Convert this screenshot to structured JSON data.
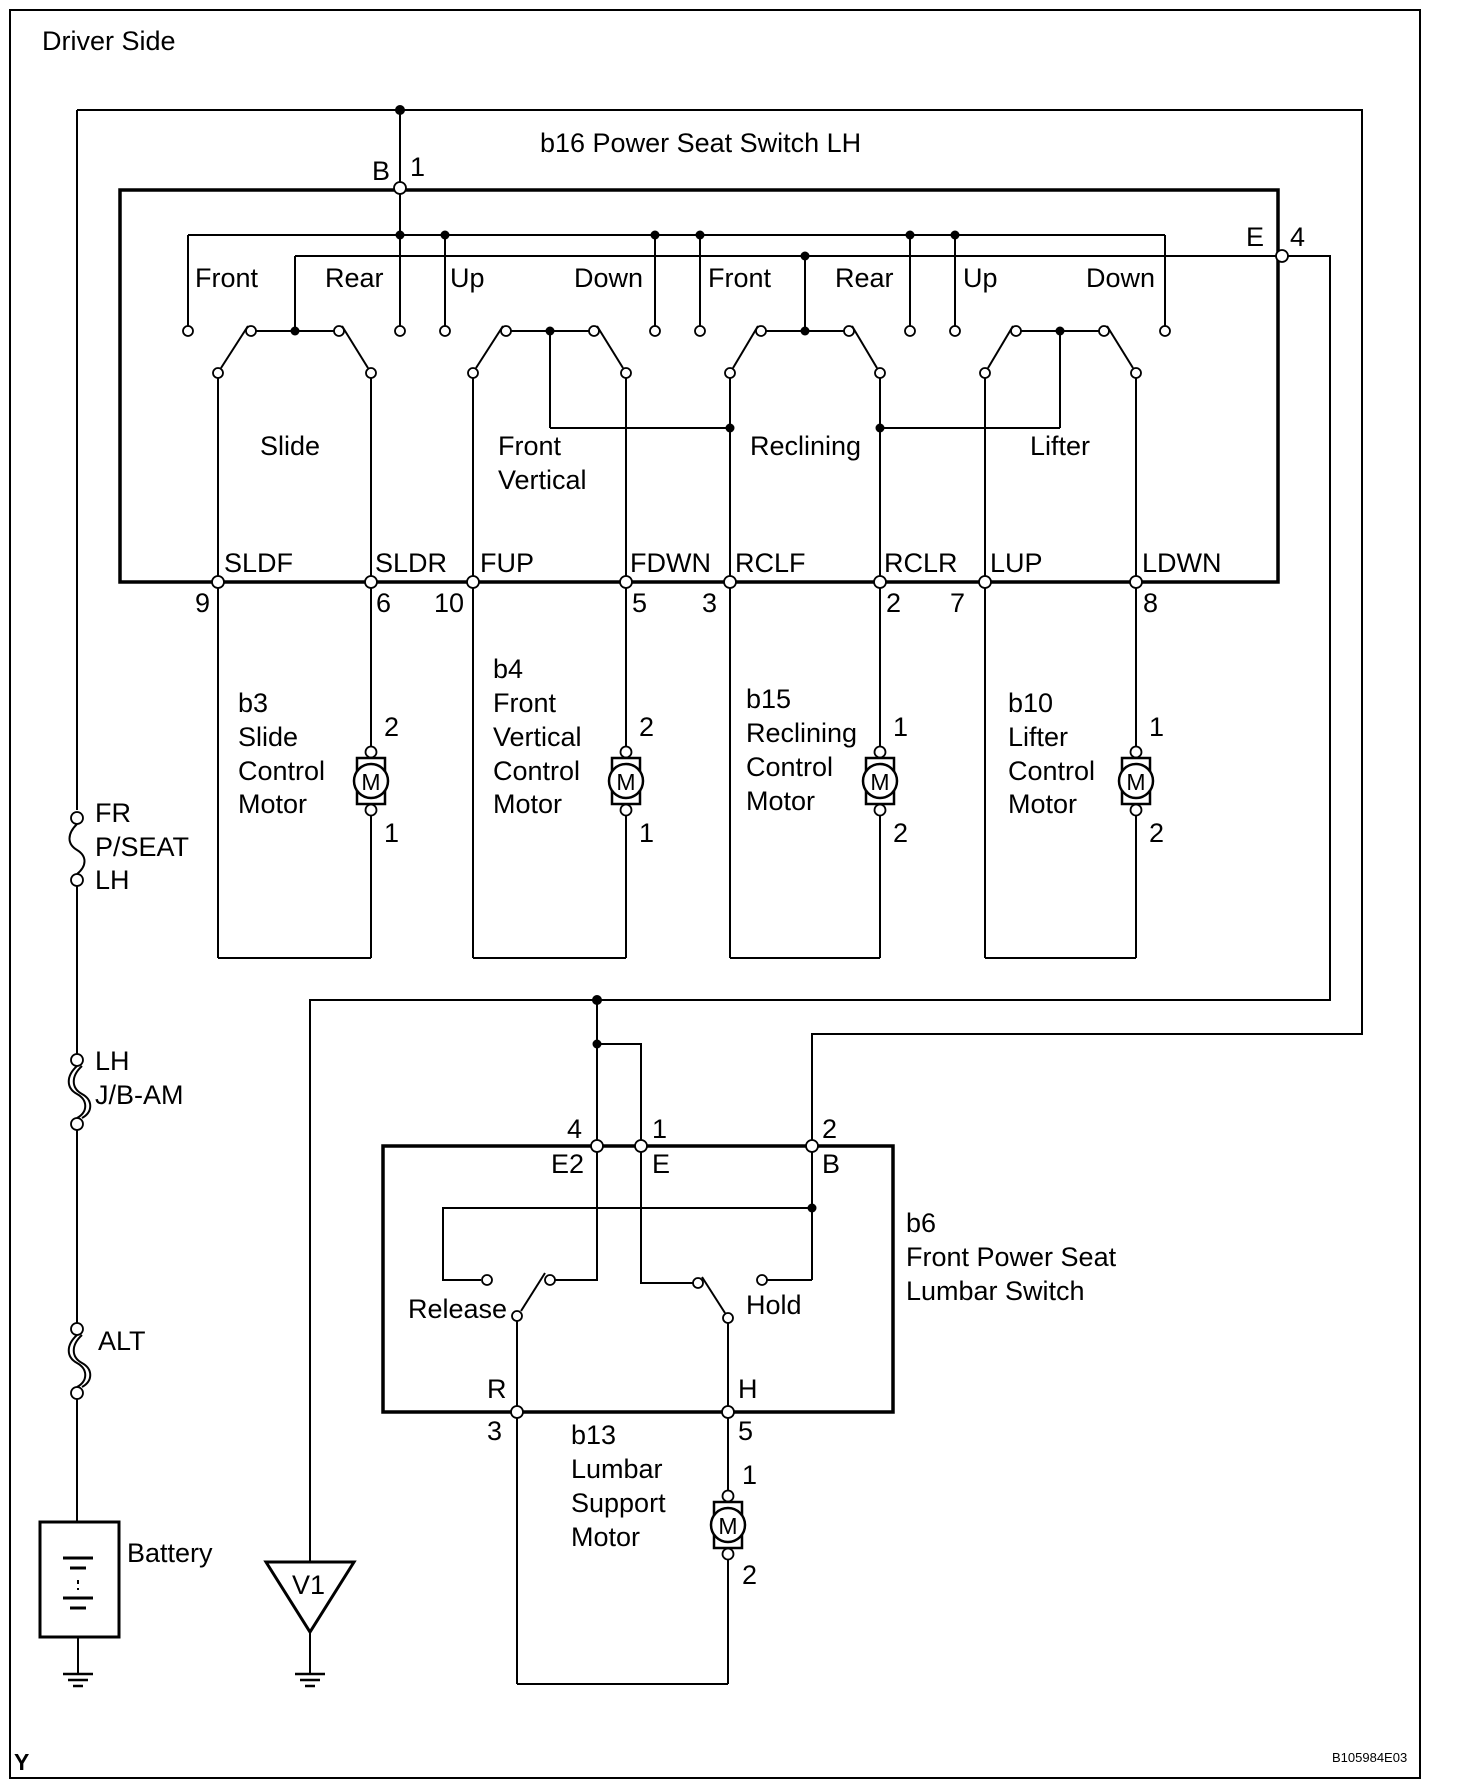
{
  "title": "Driver Side",
  "diagram_id": "B105984E03",
  "corner_mark": "Y",
  "switch_b16": {
    "name": "b16 Power Seat Switch LH",
    "pin_b": "B",
    "pin_b_num": "1",
    "pin_e": "E",
    "pin_e_num": "4",
    "contacts": {
      "slide_front": "Front",
      "slide_rear": "Rear",
      "fv_up": "Up",
      "fv_down": "Down",
      "rcl_front": "Front",
      "rcl_rear": "Rear",
      "lift_up": "Up",
      "lift_down": "Down"
    },
    "groups": {
      "slide": "Slide",
      "front_vertical_1": "Front",
      "front_vertical_2": "Vertical",
      "reclining": "Reclining",
      "lifter": "Lifter"
    },
    "terminals": [
      {
        "label": "SLDF",
        "num": "9"
      },
      {
        "label": "SLDR",
        "num": "6"
      },
      {
        "label": "FUP",
        "num": "10"
      },
      {
        "label": "FDWN",
        "num": "5"
      },
      {
        "label": "RCLF",
        "num": "3"
      },
      {
        "label": "RCLR",
        "num": "2"
      },
      {
        "label": "LUP",
        "num": "7"
      },
      {
        "label": "LDWN",
        "num": "8"
      }
    ]
  },
  "motors": {
    "b3": {
      "lines": [
        "b3",
        "Slide",
        "Control",
        "Motor"
      ],
      "top": "2",
      "bottom": "1"
    },
    "b4": {
      "lines": [
        "b4",
        "Front",
        "Vertical",
        "Control",
        "Motor"
      ],
      "top": "2",
      "bottom": "1"
    },
    "b15": {
      "lines": [
        "b15",
        "Reclining",
        "Control",
        "Motor"
      ],
      "top": "1",
      "bottom": "2"
    },
    "b10": {
      "lines": [
        "b10",
        "Lifter",
        "Control",
        "Motor"
      ],
      "top": "1",
      "bottom": "2"
    },
    "motor_symbol": "M"
  },
  "fuses": {
    "fr": [
      "FR",
      "P/SEAT",
      "LH"
    ],
    "lh": [
      "LH",
      "J/B-AM"
    ],
    "alt": [
      "ALT"
    ]
  },
  "battery": "Battery",
  "ground_v1": "V1",
  "lumbar_switch_b6": {
    "name_lines": [
      "b6",
      "Front Power Seat",
      "Lumbar Switch"
    ],
    "pin_e2": "E2",
    "pin_e2_num": "4",
    "pin_e": "E",
    "pin_e_num": "1",
    "pin_b": "B",
    "pin_b_num": "2",
    "release": "Release",
    "hold": "Hold",
    "pin_r": "R",
    "pin_r_num": "3",
    "pin_h": "H",
    "pin_h_num": "5"
  },
  "lumbar_motor_b13": {
    "lines": [
      "b13",
      "Lumbar",
      "Support",
      "Motor"
    ],
    "top": "1",
    "bottom": "2"
  }
}
